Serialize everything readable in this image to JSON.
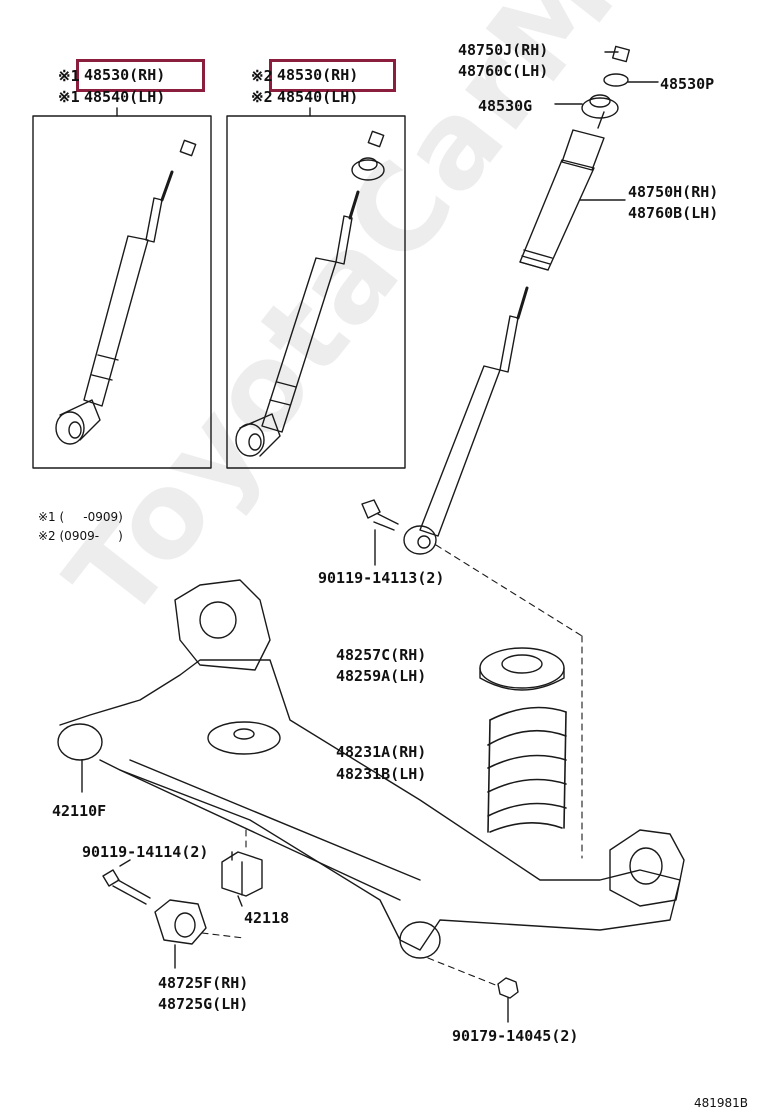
{
  "watermark": "ToyotaCarMine.ru",
  "colors": {
    "highlight": "#8a1e3c",
    "line": "#1a1a1a"
  },
  "box1": {
    "mark": "※1",
    "part_rh": "48530(RH)",
    "part_lh": "48540(LH)"
  },
  "box2": {
    "mark": "※2",
    "part_rh": "48530(RH)",
    "part_lh": "48540(LH)"
  },
  "notes": {
    "note1": "※1 (     -0909)",
    "note2": "※2 (0909-     )"
  },
  "parts": {
    "p48750J": "48750J(RH)",
    "p48760C": "48760C(LH)",
    "p48530P": "48530P",
    "p48530G": "48530G",
    "p48750H": "48750H(RH)",
    "p48760B": "48760B(LH)",
    "p90119_14113": "90119-14113(2)",
    "p48257C": "48257C(RH)",
    "p48259A": "48259A(LH)",
    "p48231A": "48231A(RH)",
    "p48231B": "48231B(LH)",
    "p42110F": "42110F",
    "p90119_14114": "90119-14114(2)",
    "p42118": "42118",
    "p48725F": "48725F(RH)",
    "p48725G": "48725G(LH)",
    "p90179_14045": "90179-14045(2)"
  },
  "diagram_id": "481981B"
}
